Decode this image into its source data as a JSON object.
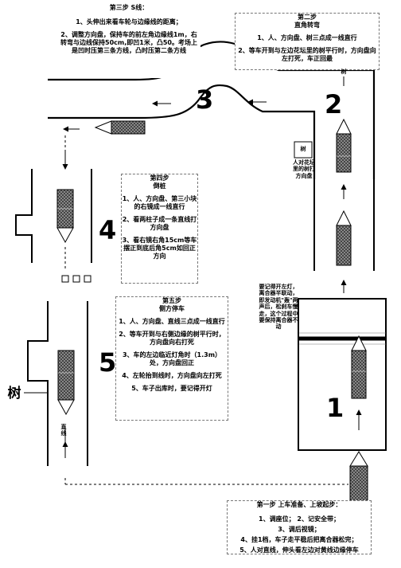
{
  "step3": {
    "title": "第三步  S线：",
    "line1": "1、头伸出来看车轮与边缘线的距离；",
    "line2": "2、调整方向盘，保持车的前左角边缘线1m，右转弯与边线保持50cm,即凹1米，凸50。考场上是凹时压第三条方线，凸时压第二条方线"
  },
  "step2": {
    "title": "第二步",
    "subtitle": "直角转弯",
    "line1": "1、人、方向盘、树三点成一线直行",
    "line2": "2、等车开到与左边花坛里的树平行时，方向盘向左打死，车正回最"
  },
  "step4": {
    "title": "第四步",
    "subtitle": "倒桩",
    "line1": "1、人、方向盘、第三小块的右镜成一线直行",
    "line2": "2、看两柱子成一条直线打方向盘",
    "line3": "3、看右镜右角15cm等车摆正到底后角5cm如回正方向"
  },
  "step5": {
    "title": "第五步",
    "subtitle": "侧方停车",
    "line1": "1、人、方向盘、直线三点成一线直行",
    "line2": "2、等车开到与右侧边缘的树平行时，方向盘向右打死",
    "line3": "3、车的左边临近灯角时（1.3m）处，方向盘回正",
    "line4": "4、左轮抬到线时，方向盘向左打死",
    "line5": "5、车子出库时，要记得开灯"
  },
  "step1": {
    "title": "第一步  上车准备、上坡起步：",
    "line1": "1、调座位；    2、记安全带；",
    "line2": "3、调后视镜；",
    "line3": "4、挂1档，车子走平稳后把离合器松完；",
    "line4": "5、人对直线，伸头看左边对黄线边缘停车"
  },
  "slope_note": "要记得开左灯，离合器半联动，即发动机\"轰\"两声后，松刹车慢走，这个过程中要保持离合器不动",
  "tree_box_label": "树",
  "tree_note": "人对花坛里的树打方向盘",
  "tree_top_label": "树",
  "tree_left_label": "树",
  "straight_label": "直线",
  "numbers": {
    "n1": "1",
    "n2": "2",
    "n3": "3",
    "n4": "4",
    "n5": "5"
  }
}
